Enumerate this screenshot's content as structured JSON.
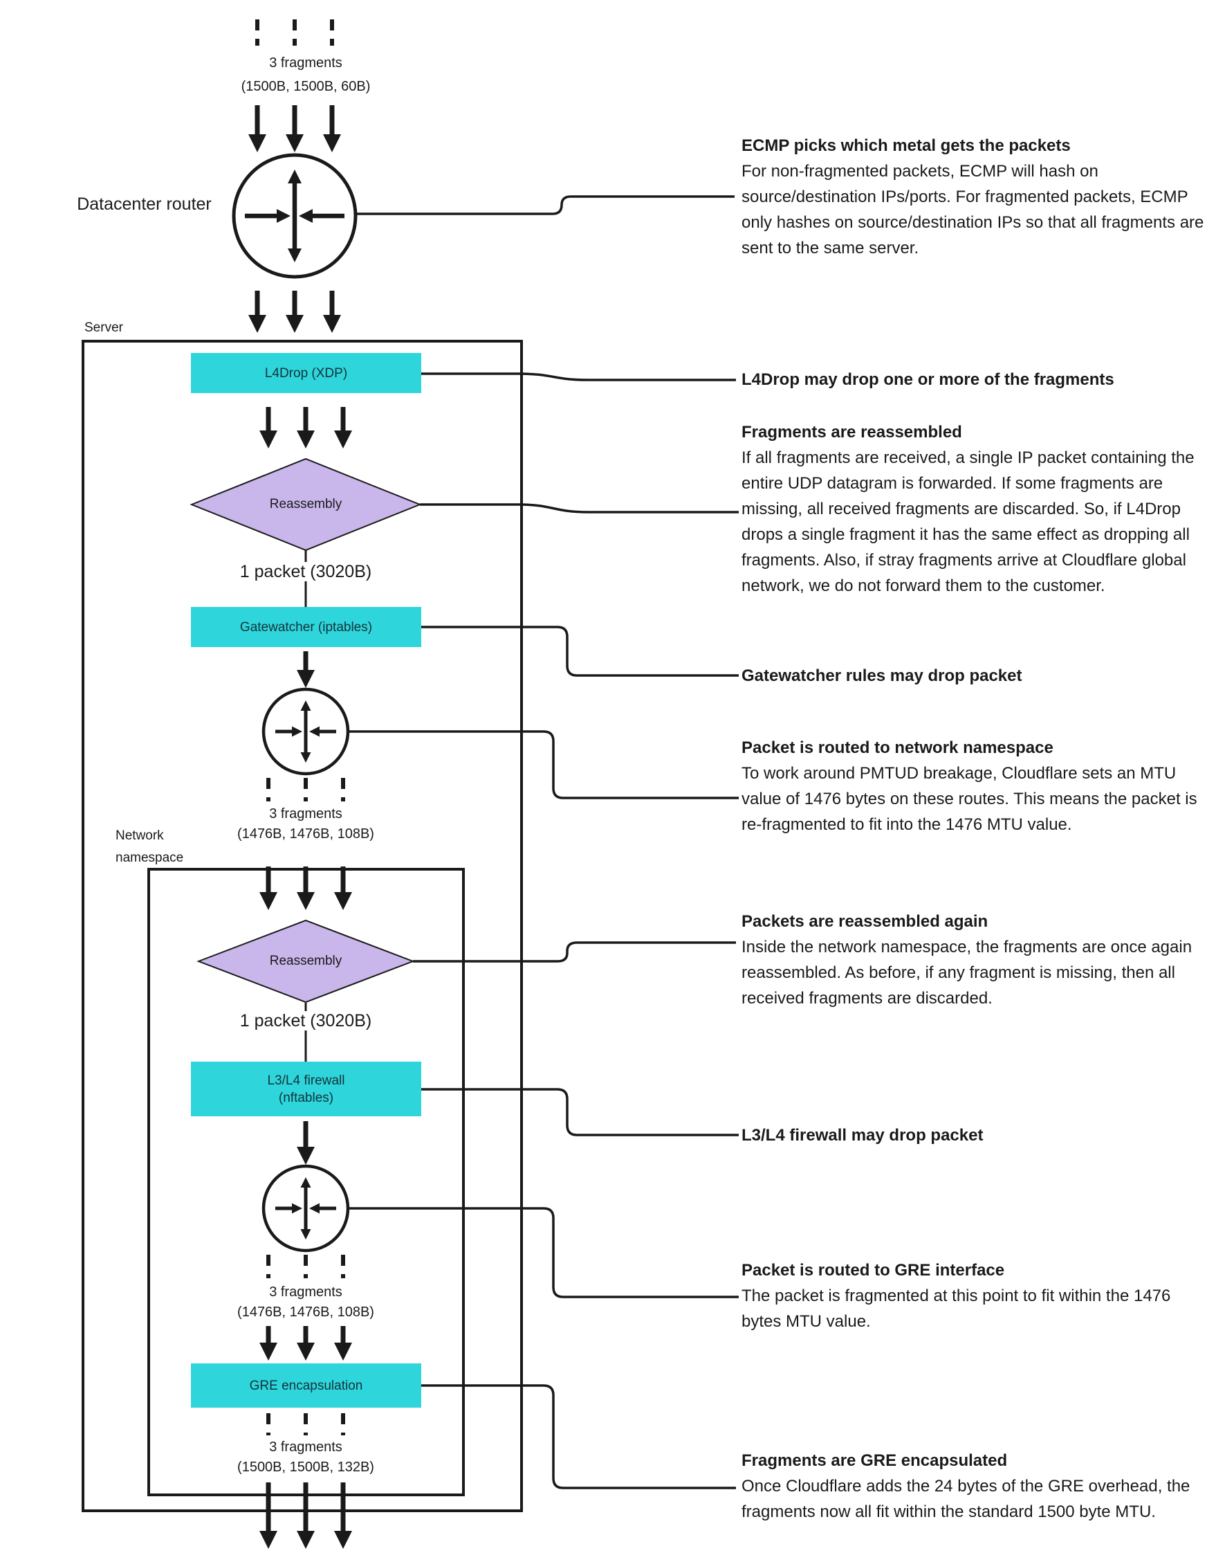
{
  "colors": {
    "cyan": "#2ED5DB",
    "purple": "#C9B6EA",
    "ink": "#1A1A1A",
    "background": "#FFFFFF"
  },
  "labels": {
    "datacenter_router": "Datacenter router",
    "server": "Server",
    "network_namespace": "Network namespace"
  },
  "nodes": {
    "l4drop": "L4Drop (XDP)",
    "reassembly_1": "Reassembly",
    "gatewatcher": "Gatewatcher (iptables)",
    "reassembly_2": "Reassembly",
    "l3l4_line1": "L3/L4 firewall",
    "l3l4_line2": "(nftables)",
    "gre": "GRE encapsulation"
  },
  "packets": {
    "top_line1": "3 fragments",
    "top_line2": "(1500B, 1500B, 60B)",
    "after_reassembly_1": "1 packet (3020B)",
    "mid_line1": "3 fragments",
    "mid_line2": "(1476B, 1476B, 108B)",
    "after_reassembly_2": "1 packet (3020B)",
    "pre_gre_line1": "3 fragments",
    "pre_gre_line2": "(1476B, 1476B, 108B)",
    "post_gre_line1": "3 fragments",
    "post_gre_line2": "(1500B, 1500B, 132B)"
  },
  "annotations": [
    {
      "title": "ECMP picks which metal gets the packets",
      "body": "For non-fragmented packets, ECMP will hash on source/destination IPs/ports. For fragmented packets, ECMP only hashes on source/destination IPs so that all fragments are sent to the same server."
    },
    {
      "title": "L4Drop may drop one or more of the fragments",
      "body": ""
    },
    {
      "title": "Fragments are reassembled",
      "body": "If all fragments are received, a single IP packet containing the entire UDP datagram is forwarded. If some fragments are missing, all received fragments are discarded. So, if L4Drop drops a single fragment it has the same effect as dropping all fragments. Also, if stray fragments arrive at Cloudflare global network, we do not forward them to the customer."
    },
    {
      "title": "Gatewatcher rules may drop packet",
      "body": ""
    },
    {
      "title": "Packet is routed to network namespace",
      "body": "To work around PMTUD breakage, Cloudflare sets an MTU value of 1476 bytes on these routes. This means the packet is re-fragmented to fit into the 1476 MTU value."
    },
    {
      "title": "Packets are reassembled again",
      "body": "Inside the network namespace, the fragments are once again reassembled. As before, if any fragment is missing, then all received fragments are discarded."
    },
    {
      "title": "L3/L4 firewall may drop packet",
      "body": ""
    },
    {
      "title": "Packet is routed to GRE interface",
      "body": "The packet is fragmented at this point to fit within the 1476 bytes MTU value."
    },
    {
      "title": "Fragments are GRE encapsulated",
      "body": "Once Cloudflare adds the 24 bytes of the GRE overhead, the fragments now all fit within the standard 1500 byte MTU."
    }
  ]
}
